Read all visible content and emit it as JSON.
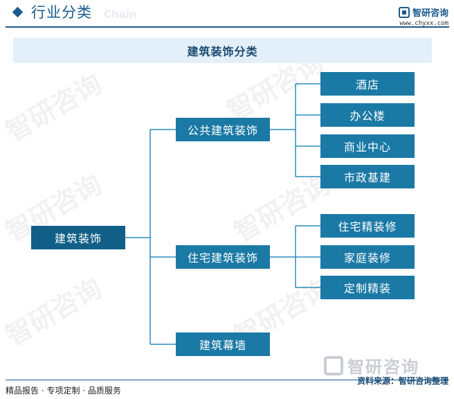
{
  "header": {
    "title": "行业分类",
    "ghost_text": "Chain"
  },
  "brand": {
    "name": "智研咨询",
    "url": "www.chyxx.com"
  },
  "banner": {
    "title": "建筑装饰分类"
  },
  "tree": {
    "root": "建筑装饰",
    "branches": [
      {
        "label": "公共建筑装饰",
        "children": [
          "酒店",
          "办公楼",
          "商业中心",
          "市政基建"
        ]
      },
      {
        "label": "住宅建筑装饰",
        "children": [
          "住宅精装修",
          "家庭装修",
          "定制精装"
        ]
      },
      {
        "label": "建筑幕墙",
        "children": []
      }
    ]
  },
  "watermark": {
    "text": "智研咨询"
  },
  "footer": {
    "left": "精品报告 · 专项定制 · 品质服务",
    "logo_text": "智研咨询",
    "source": "资料来源：智研咨询整理"
  },
  "colors": {
    "primary": "#1a5a8c",
    "node": "#1b79a6",
    "line": "#2a8bbd",
    "banner_bg": "#e3f0fa"
  }
}
